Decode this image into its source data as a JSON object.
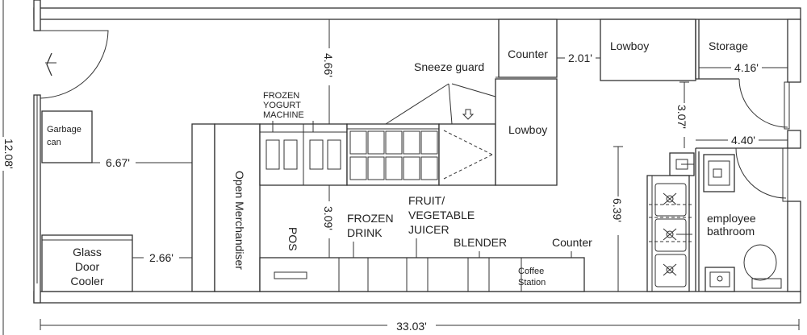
{
  "labels": {
    "garbage_can": [
      "Garbage",
      "can"
    ],
    "glass_door_cooler": [
      "Glass",
      "Door",
      "Cooler"
    ],
    "open_merchandiser": "Open Merchandiser",
    "frozen_yogurt_machine": [
      "FROZEN",
      "YOGURT",
      "MACHINE"
    ],
    "sneeze_guard": "Sneeze guard",
    "counter_top": "Counter",
    "lowboy_center": "Lowboy",
    "lowboy_top": "Lowboy",
    "storage": "Storage",
    "pos": "POS",
    "frozen_drink": [
      "FROZEN",
      "DRINK"
    ],
    "fruit_vegetable_juicer": [
      "FRUIT/",
      "VEGETABLE",
      "JUICER"
    ],
    "blender": "BLENDER",
    "counter_bottom": "Counter",
    "coffee_station": [
      "Coffee",
      "Station"
    ],
    "employee_bathroom": [
      "employee",
      "bathroom"
    ]
  },
  "dimensions": {
    "height_total": "12.08'",
    "length_total": "33.03'",
    "aisle_to_merchandiser": "6.67'",
    "cooler_to_merchandiser": "2.66'",
    "top_wall_to_yogurt": "4.66'",
    "service_aisle": "3.09'",
    "counter_to_lowboy": "2.01'",
    "storage_width": "4.16'",
    "lowboy_to_bathroom": "3.07'",
    "bathroom_width": "4.40'",
    "sink_area_height": "6.39'"
  }
}
